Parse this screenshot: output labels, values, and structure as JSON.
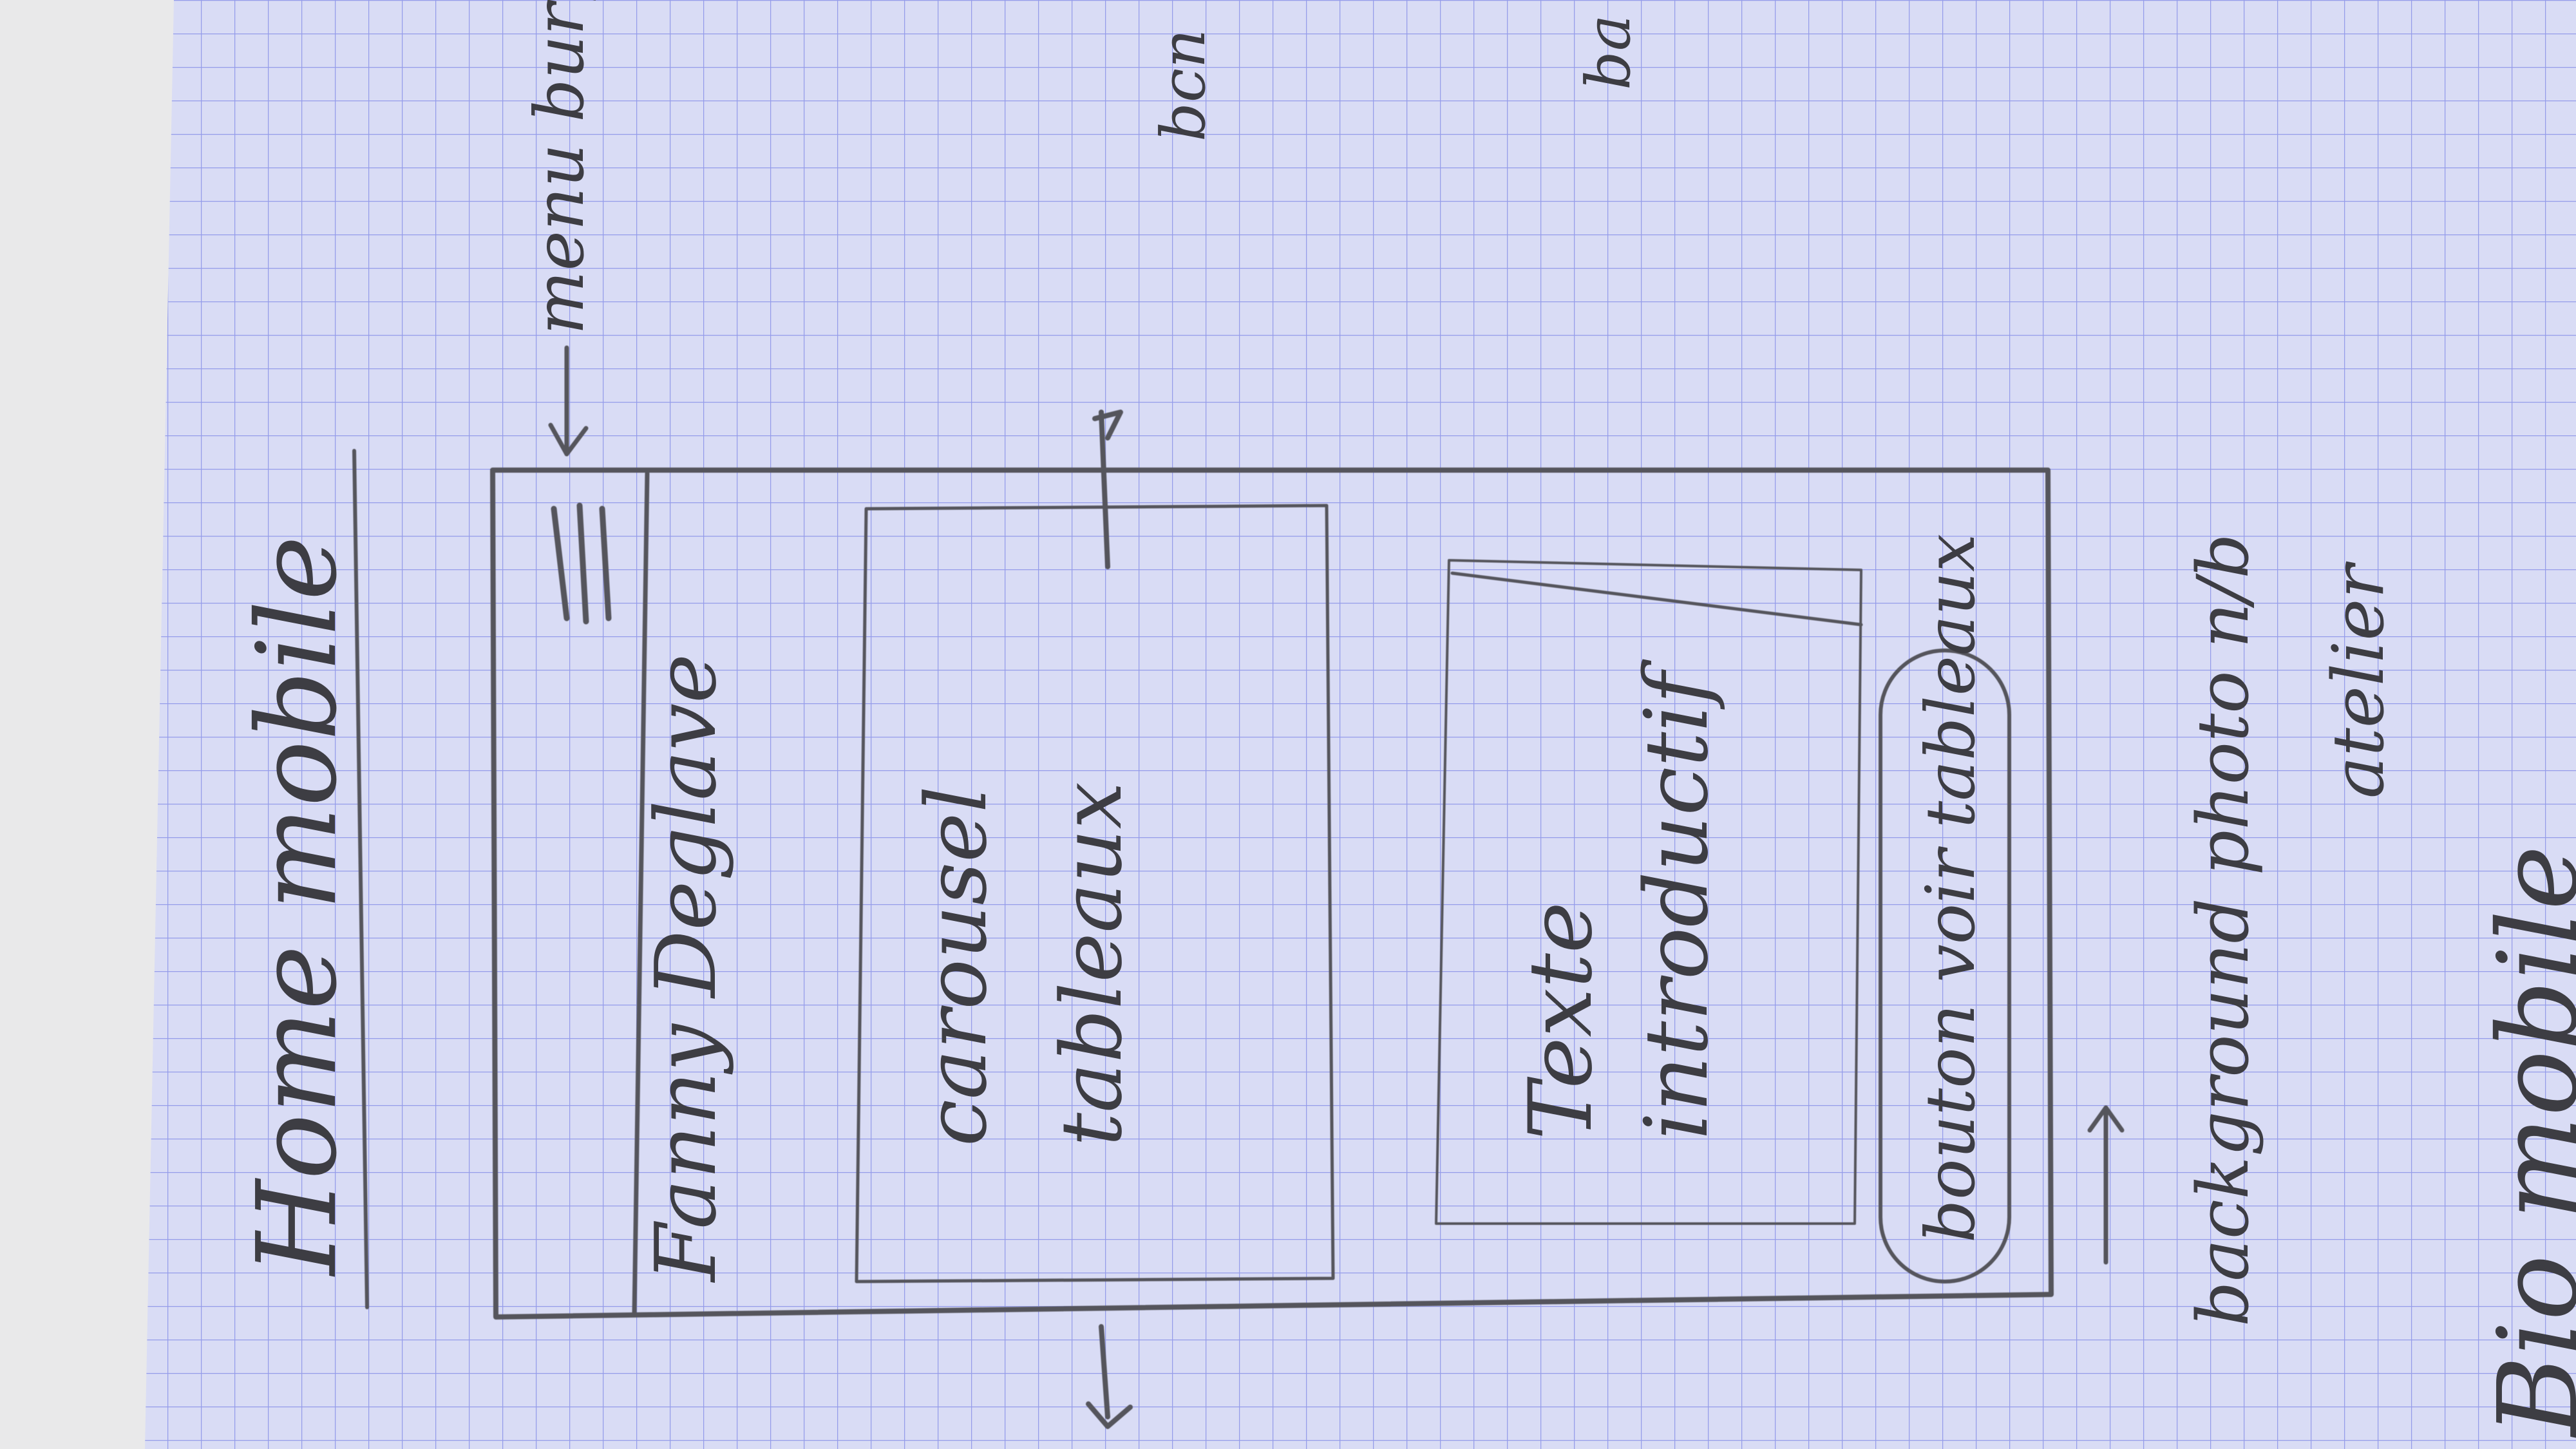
{
  "sketch": {
    "title": "Home mobile",
    "callouts": {
      "menu_burger": "menu burger",
      "background": [
        "background photo n/b",
        "atelier"
      ]
    },
    "phone": {
      "header_brand": "Fanny Deglave",
      "carousel": [
        "carousel",
        "tableaux"
      ],
      "intro_text": [
        "Texte",
        "introductif"
      ],
      "button": "bouton voir tableaux"
    },
    "margin_fragments": {
      "fragment_1": "bcn",
      "fragment_2": "ba",
      "fragment_3": "Bio mobile"
    }
  },
  "colors": {
    "paper": "#d9dcf5",
    "grid": "#7f86e6",
    "pencil": "#3d3d43",
    "desk": "#e9e9ea"
  }
}
